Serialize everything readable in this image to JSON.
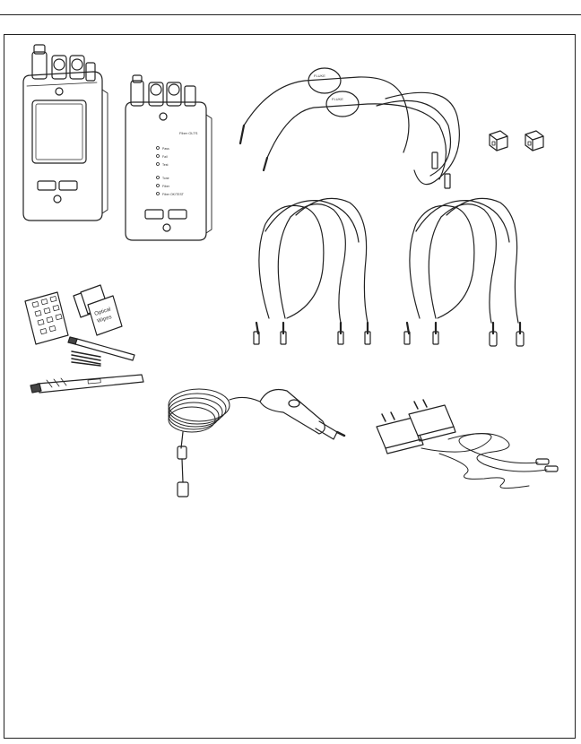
{
  "illustration": {
    "brand_text": "FLUKE",
    "main_unit": {
      "buttons": [
        "",
        ""
      ]
    },
    "remote_unit": {
      "model_text": "Fiber OLTS",
      "leds": [
        "Pass",
        "Fail",
        "Test",
        "Tone",
        "Fiber",
        "Fiber OK/TEST"
      ],
      "buttons": [
        "",
        ""
      ]
    },
    "wipes_text": [
      "Optical",
      "Wipes"
    ]
  }
}
